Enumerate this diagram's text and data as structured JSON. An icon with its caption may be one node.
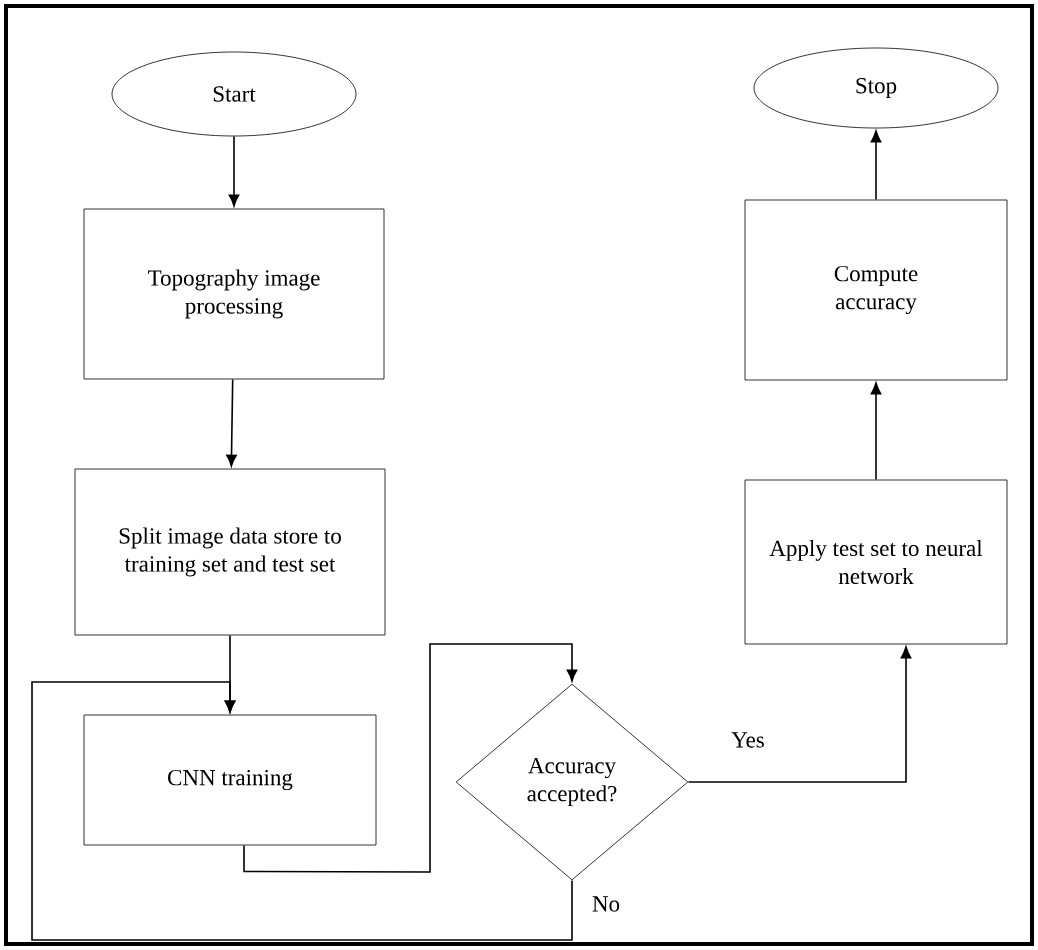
{
  "diagram": {
    "nodes": [
      {
        "text": [
          "Start"
        ]
      },
      {
        "text": [
          "Topography image processing"
        ]
      },
      {
        "text": [
          "Split image data store to training set and test set"
        ]
      },
      {
        "text": [
          "CNN training"
        ]
      },
      {
        "text": [
          "Accuracy accepted?"
        ]
      },
      {
        "text": [
          "Apply test set to neural network"
        ]
      },
      {
        "text": [
          "Compute accuracy"
        ]
      },
      {
        "text": [
          "Stop"
        ]
      }
    ],
    "edges": [
      {
        "from": 0,
        "to": 1,
        "arrow": "to"
      },
      {
        "from": 1,
        "to": 2,
        "arrow": "to"
      },
      {
        "from": 2,
        "to": 3,
        "arrow": "to"
      },
      {
        "from": 3,
        "to": 4,
        "arrow": "to"
      },
      {
        "from": 4,
        "to": 5,
        "arrow": "to",
        "label": "Yes"
      },
      {
        "from": 4,
        "to": 3,
        "arrow": "to",
        "label": "No"
      },
      {
        "from": 5,
        "to": 6,
        "arrow": "to"
      },
      {
        "from": 6,
        "to": 7,
        "arrow": "to"
      }
    ]
  }
}
